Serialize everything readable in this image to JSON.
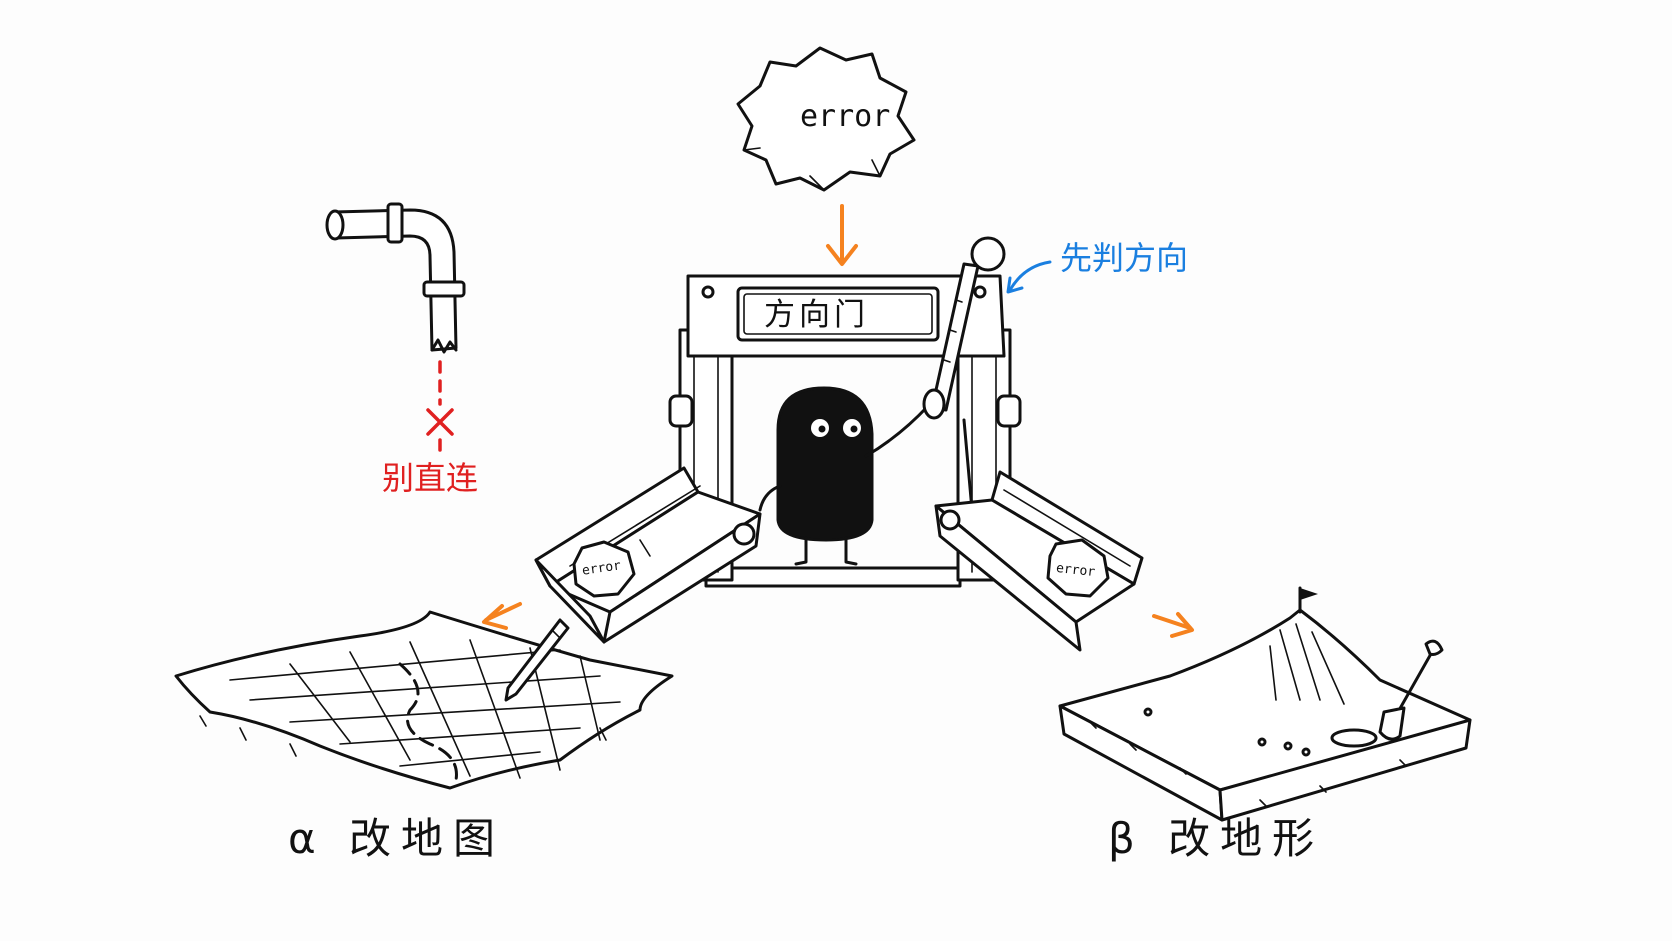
{
  "diagram": {
    "error_main": "error",
    "gate_sign": "方向门",
    "judge_label": "先判方向",
    "no_direct_label": "别直连",
    "error_left": "error",
    "error_right": "error",
    "alpha_label": "α 改地图",
    "beta_label": "β 改地形"
  },
  "colors": {
    "arrow": "#f5821f",
    "judge": "#1a7fe0",
    "warning": "#e02020",
    "ink": "#111111"
  }
}
